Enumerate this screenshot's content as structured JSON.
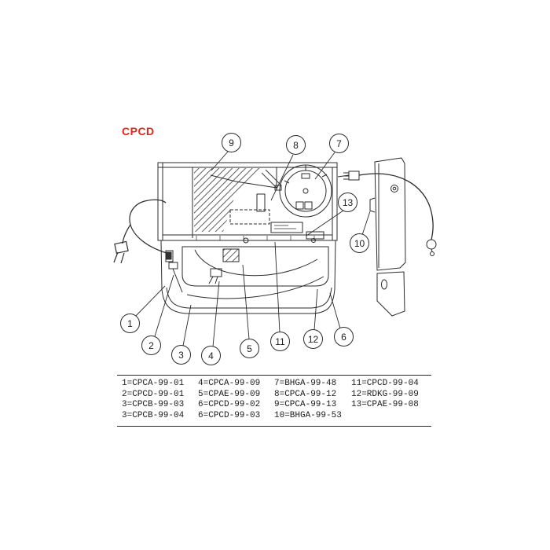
{
  "title": {
    "label": "CPCD",
    "color": "#e8231a"
  },
  "drawing": {
    "line_color": "#2b2b2b",
    "background": "#ffffff"
  },
  "callouts": [
    "1",
    "2",
    "3",
    "4",
    "5",
    "6",
    "7",
    "8",
    "9",
    "10",
    "11",
    "12",
    "13"
  ],
  "legend": {
    "columns": [
      {
        "items": [
          "1=CPCA-99-01",
          "2=CPCD-99-01",
          "3=CPCB-99-03",
          "3=CPCB-99-04"
        ]
      },
      {
        "items": [
          "4=CPCA-99-09",
          "5=CPAE-99-09",
          "6=CPCD-99-02",
          "6=CPCD-99-03"
        ]
      },
      {
        "items": [
          "7=BHGA-99-48",
          "8=CPCA-99-12",
          "9=CPCA-99-13",
          "10=BHGA-99-53"
        ]
      },
      {
        "items": [
          "11=CPCD-99-04",
          "12=RDKG-99-09",
          "13=CPAE-99-08"
        ]
      }
    ]
  }
}
